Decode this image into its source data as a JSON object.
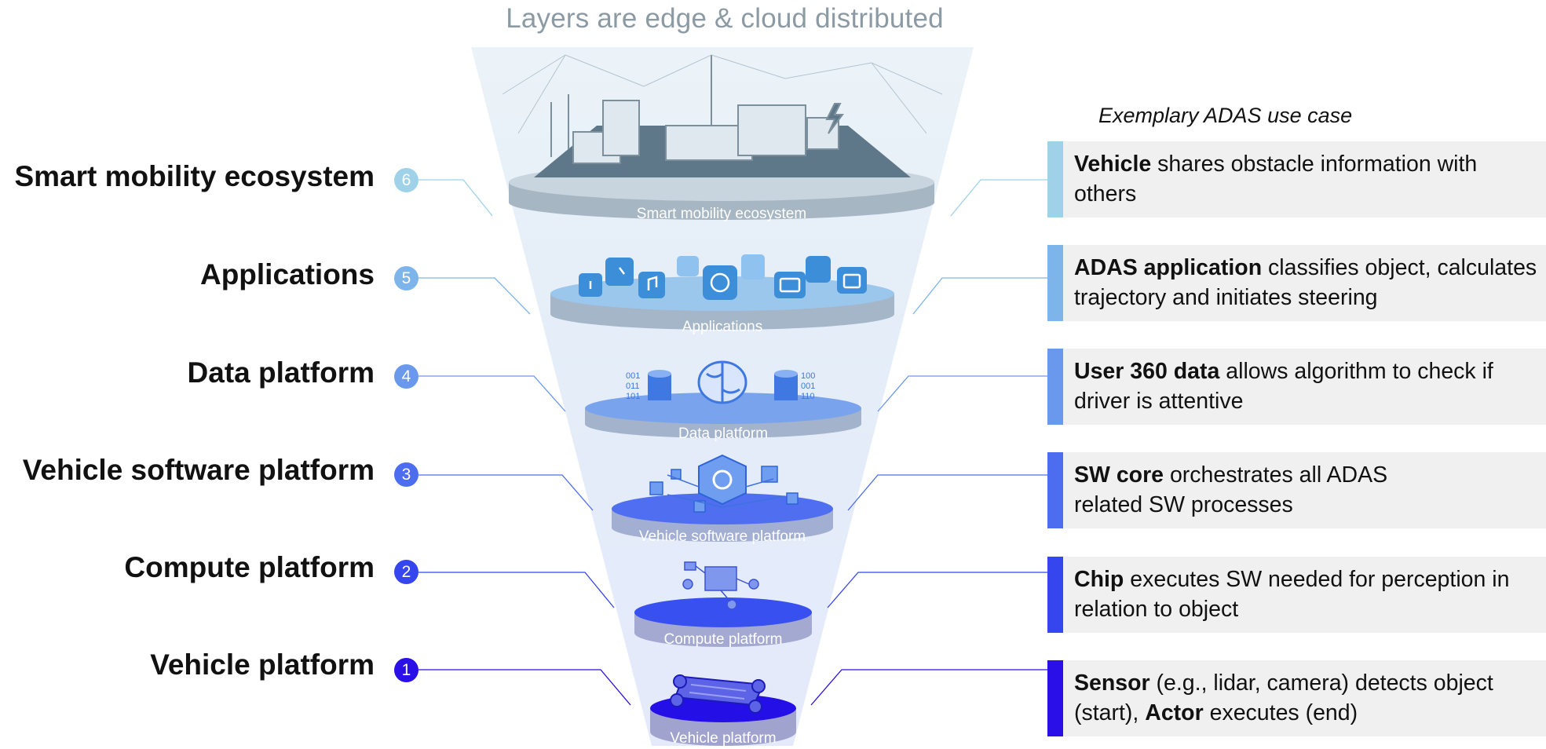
{
  "header": {
    "title": "Layers are edge & cloud distributed"
  },
  "usecase_title": "Exemplary ADAS use case",
  "colors": {
    "layer6": "#9fd2e8",
    "layer5": "#7db4ea",
    "layer4": "#6a98ec",
    "layer3": "#4c6df0",
    "layer2": "#3646ef",
    "layer1": "#2a0fe6",
    "card_bg": "#f0f0f0"
  },
  "layers": [
    {
      "number": "6",
      "label": "Smart mobility ecosystem",
      "disc_label": "Smart mobility ecosystem",
      "icons": [
        "city-icon"
      ],
      "usecase_bold": "Vehicle",
      "usecase_text": " shares obstacle information with others",
      "usecase_bold2": "",
      "usecase_text2": ""
    },
    {
      "number": "5",
      "label": "Applications",
      "disc_label": "Applications",
      "icons": [
        "navigation-icon",
        "phone-icon",
        "music-icon",
        "car-icon",
        "steering-wheel-icon",
        "train-icon",
        "battery-icon",
        "charging-icon",
        "engine-icon"
      ],
      "usecase_bold": "ADAS application",
      "usecase_text": " classifies object, calculates trajectory and initiates steering",
      "usecase_bold2": "",
      "usecase_text2": ""
    },
    {
      "number": "4",
      "label": "Data platform",
      "disc_label": "Data platform",
      "icons": [
        "database-icon",
        "brain-icon",
        "database-icon"
      ],
      "binary_left": [
        "001",
        "011",
        "101"
      ],
      "binary_right": [
        "100",
        "001",
        "110"
      ],
      "usecase_bold": "User 360 data",
      "usecase_text": " allows algorithm to check if driver is attentive",
      "usecase_bold2": "",
      "usecase_text2": ""
    },
    {
      "number": "3",
      "label": "Vehicle software platform",
      "disc_label": "Vehicle software platform",
      "icons": [
        "software-core-cube-icon"
      ],
      "usecase_bold": "SW core",
      "usecase_text": " orchestrates all ADAS related SW processes",
      "usecase_bold2": "",
      "usecase_text2": ""
    },
    {
      "number": "2",
      "label": "Compute platform",
      "disc_label": "Compute platform",
      "icons": [
        "chip-icon"
      ],
      "usecase_bold": "Chip",
      "usecase_text": " executes SW needed for perception in relation to object",
      "usecase_bold2": "",
      "usecase_text2": ""
    },
    {
      "number": "1",
      "label": "Vehicle platform",
      "disc_label": "Vehicle platform",
      "icons": [
        "vehicle-chassis-icon"
      ],
      "usecase_bold": "Sensor",
      "usecase_text": " (e.g., lidar, camera) detects object (start), ",
      "usecase_bold2": "Actor",
      "usecase_text2": " executes (end)"
    }
  ]
}
